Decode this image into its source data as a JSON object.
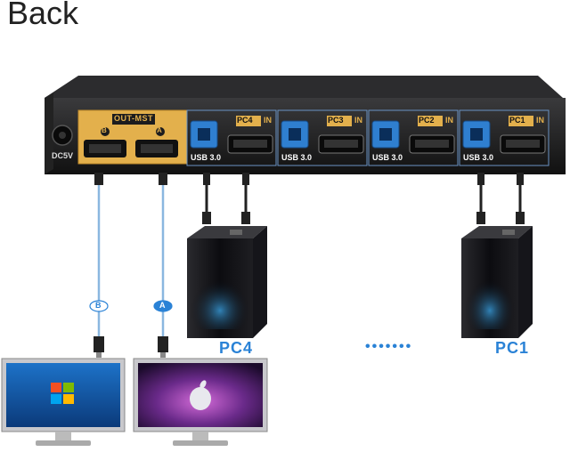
{
  "title": "Back",
  "power_label": "DC5V",
  "output_group_label": "OUT-MST",
  "output_ports": [
    {
      "letter": "B"
    },
    {
      "letter": "A"
    }
  ],
  "input_groups": [
    {
      "label": "PC4",
      "suffix": "IN",
      "usb_label": "USB 3.0"
    },
    {
      "label": "PC3",
      "suffix": "IN",
      "usb_label": "USB 3.0"
    },
    {
      "label": "PC2",
      "suffix": "IN",
      "usb_label": "USB 3.0"
    },
    {
      "label": "PC1",
      "suffix": "IN",
      "usb_label": "USB 3.0"
    }
  ],
  "cable_tags": [
    "B",
    "A"
  ],
  "computers": [
    "PC4",
    "PC1"
  ],
  "ellipsis": "•••••••",
  "monitors": [
    {
      "os_logo": "windows-logo"
    },
    {
      "os_logo": "apple-logo"
    }
  ],
  "colors": {
    "accent": "#2a82d6",
    "panel": "#1c1c1e",
    "output_panel": "#e3b04c",
    "usb_port": "#2f7fd0"
  }
}
